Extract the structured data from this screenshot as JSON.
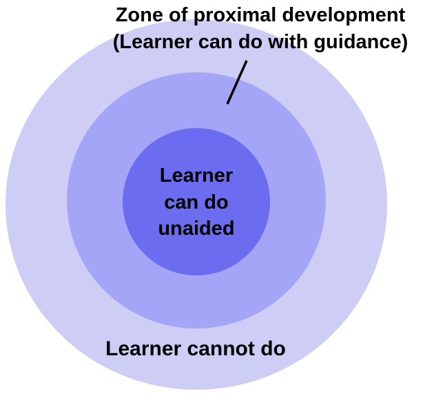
{
  "title_line1": "Zone of proximal development",
  "title_line2": "(Learner can do with guidance)",
  "inner_circle_label": "Learner\ncan do\nunaided",
  "outer_circle_label": "Learner cannot do",
  "colors": {
    "outer_circle": "#cdcdf6",
    "middle_circle": "#a5a5f7",
    "inner_circle": "#6c6cf0",
    "text": "#000000",
    "pointer_line": "#000000",
    "background": "#ffffff"
  }
}
